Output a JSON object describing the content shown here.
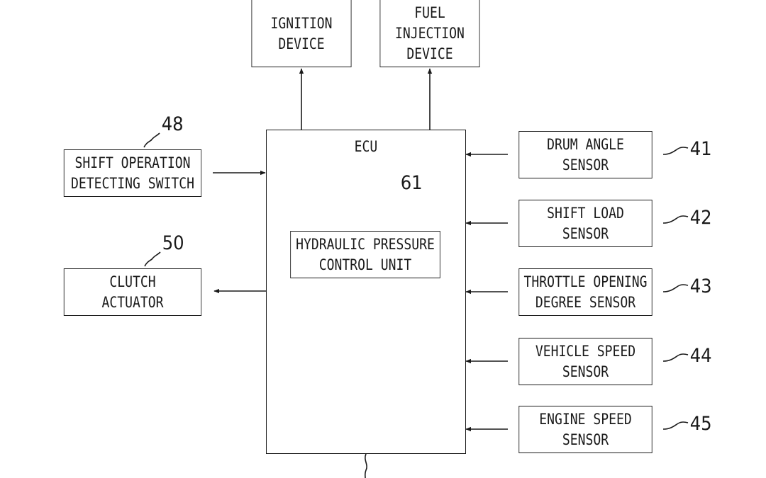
{
  "blocks": {
    "ignition": {
      "line1": "IGNITION",
      "line2": "DEVICE"
    },
    "fuel_injection": {
      "line1": "FUEL",
      "line2": "INJECTION",
      "line3": "DEVICE"
    },
    "ecu": {
      "label": "ECU"
    },
    "hydraulic_unit": {
      "line1": "HYDRAULIC PRESSURE",
      "line2": "CONTROL UNIT",
      "ref": "61"
    },
    "shift_switch": {
      "line1": "SHIFT OPERATION",
      "line2": "DETECTING SWITCH",
      "ref": "48"
    },
    "clutch_actuator": {
      "line1": "CLUTCH",
      "line2": "ACTUATOR",
      "ref": "50"
    },
    "drum_angle": {
      "line1": "DRUM ANGLE",
      "line2": "SENSOR",
      "ref": "41"
    },
    "shift_load": {
      "line1": "SHIFT LOAD",
      "line2": "SENSOR",
      "ref": "42"
    },
    "throttle": {
      "line1": "THROTTLE OPENING",
      "line2": "DEGREE SENSOR",
      "ref": "43"
    },
    "vehicle_speed": {
      "line1": "VEHICLE SPEED",
      "line2": "SENSOR",
      "ref": "44"
    },
    "engine_speed": {
      "line1": "ENGINE SPEED",
      "line2": "SENSOR",
      "ref": "45"
    }
  },
  "colors": {
    "ink": "#1a1a1a",
    "background": "#ffffff"
  }
}
